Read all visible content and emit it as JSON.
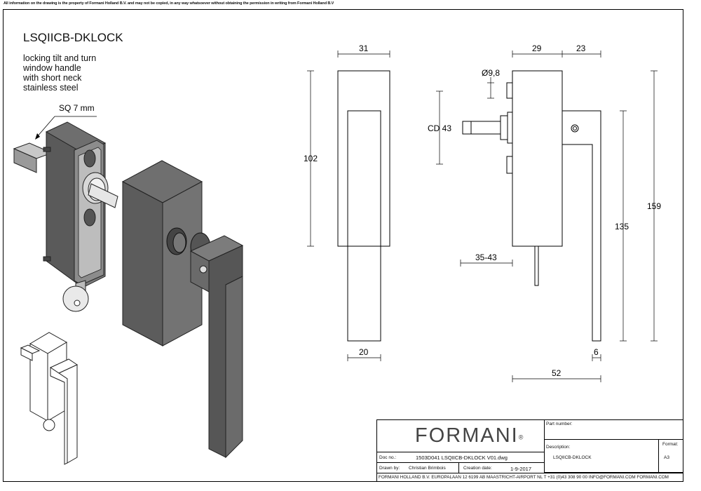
{
  "disclaimer": "All information on the drawing is the property of Formani Holland B.V. and may not be copied, in any way whatsoever without obtaining the permission in writing from Formani Holland B.V",
  "product": {
    "code": "LSQIICB-DKLOCK",
    "description_lines": [
      "locking tilt and turn",
      "window handle",
      "with short neck",
      "stainless steel"
    ]
  },
  "callouts": {
    "spindle": "SQ 7 mm"
  },
  "dimensions": {
    "front_width_top": "31",
    "front_height": "102",
    "handle_width_bottom": "20",
    "side_base_width": "29",
    "side_lever_width": "23",
    "hole_diameter": "Ø9,8",
    "center_distance": "CD 43",
    "spindle_length": "35-43",
    "lever_height": "135",
    "total_height": "159",
    "lever_thickness": "6",
    "total_depth": "52"
  },
  "title_block": {
    "brand": "FORMANI",
    "registered": "®",
    "part_number_label": "Part number:",
    "part_number": "",
    "description_label": "Description:",
    "description": "LSQIICB-DKLOCK",
    "format_label": "Format:",
    "format": "A3",
    "doc_no_label": "Doc no.:",
    "doc_no": "1503D041 LSQIICB-DKLOCK V01.dwg",
    "drawn_by_label": "Drawn by:",
    "drawn_by": "Christian Brimbois",
    "creation_date_label": "Creation date:",
    "creation_date": "1-9-2017",
    "footer": "FORMANI HOLLAND B.V.  EUROPALAAN 12  6199 AB MAASTRICHT-AIRPORT NL  T +31 (0)43 308 90 00 INFO@FORMANI.COM FORMANI.COM"
  }
}
